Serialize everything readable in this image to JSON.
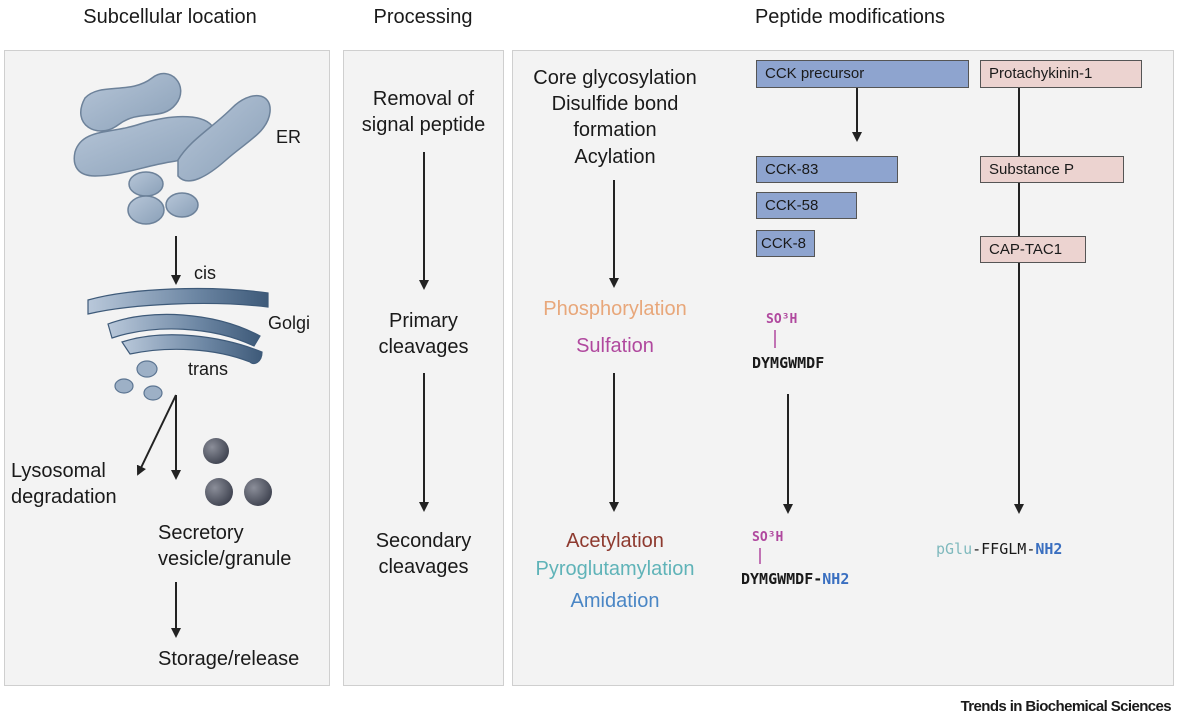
{
  "headers": {
    "subcellular": "Subcellular location",
    "processing": "Processing",
    "peptide_mods": "Peptide modifications"
  },
  "subcellular": {
    "er": "ER",
    "cis": "cis",
    "golgi": "Golgi",
    "trans": "trans",
    "lysosomal_1": "Lysosomal",
    "lysosomal_2": "degradation",
    "secretory_1": "Secretory",
    "secretory_2": "vesicle/granule",
    "storage": "Storage/release"
  },
  "processing": {
    "signal_1": "Removal of",
    "signal_2": "signal peptide",
    "primary_1": "Primary",
    "primary_2": "cleavages",
    "secondary_1": "Secondary",
    "secondary_2": "cleavages"
  },
  "modifications": {
    "core_glyco": "Core glycosylation",
    "disulfide_1": "Disulfide bond",
    "disulfide_2": "formation",
    "acylation": "Acylation",
    "phosphorylation": "Phosphorylation",
    "sulfation": "Sulfation",
    "acetylation": "Acetylation",
    "pyroglutamylation": "Pyroglutamylation",
    "amidation": "Amidation"
  },
  "cck": {
    "precursor": "CCK precursor",
    "cck83": "CCK-83",
    "cck58": "CCK-58",
    "cck8": "CCK-8",
    "so3h_1": "SO³H",
    "seq_1": "DYMGWMDF",
    "so3h_2": "SO³H",
    "seq_2": "DYMGWMDF",
    "dash": "-",
    "nh2": "NH2"
  },
  "tac": {
    "precursor": "Protachykinin-1",
    "substance_p": "Substance P",
    "cap_tac1": "CAP-TAC1",
    "pglu": "pGlu",
    "dash1": "-",
    "seq": "FFGLM",
    "dash2": "-",
    "nh2": "NH2"
  },
  "footer": "Trends in Biochemical Sciences",
  "colors": {
    "phosphorylation": "#e8a77a",
    "sulfation": "#b0489e",
    "acetylation": "#8e3a2f",
    "pyroglutamylation": "#5fb3b8",
    "amidation": "#4a86c5",
    "so3h": "#b0489e",
    "nh2": "#3a6fc0",
    "pglu": "#7fb9bd",
    "cck_box": "#8ea4cf",
    "tac_box": "#ecd3d0"
  }
}
